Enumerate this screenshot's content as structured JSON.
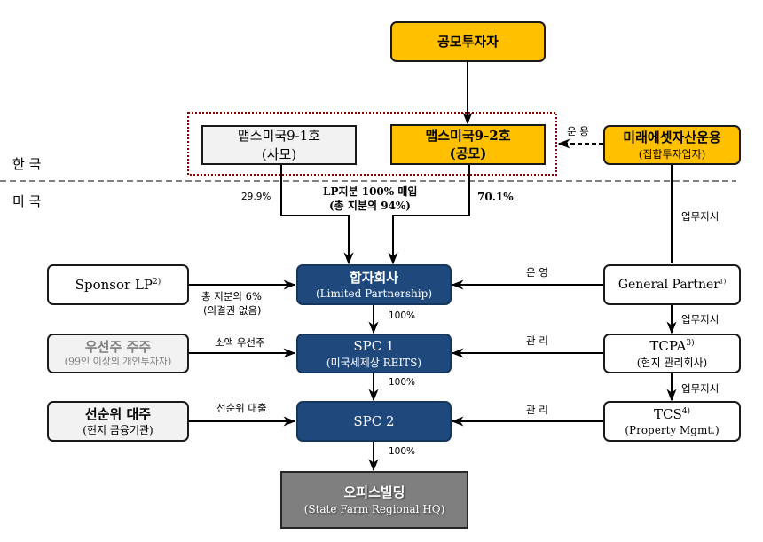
{
  "regions": {
    "korea": "한 국",
    "usa": "미 국"
  },
  "nodes": {
    "public_investors": {
      "title": "공모투자자"
    },
    "maps_9_1": {
      "title": "맵스미국9-1호",
      "subtitle": "(사모)"
    },
    "maps_9_2": {
      "title": "맵스미국9-2호",
      "subtitle": "(공모)"
    },
    "mirae_asset": {
      "title": "미래에셋자산운용",
      "subtitle": "(집합투자업자)"
    },
    "limited_partnership": {
      "title": "합자회사",
      "subtitle": "(Limited Partnership)"
    },
    "sponsor_lp": {
      "title": "Sponsor LP",
      "footnote": "2)"
    },
    "general_partner": {
      "title": "General Partner",
      "footnote": "1)"
    },
    "spc1": {
      "title": "SPC 1",
      "subtitle": "(미국세제상 REITS)"
    },
    "preferred_shareholders": {
      "title": "우선주 주주",
      "subtitle": "(99인 이상의 개인투자자)"
    },
    "tcpa": {
      "title": "TCPA",
      "footnote": "3)",
      "subtitle": "(현지 관리회사)"
    },
    "spc2": {
      "title": "SPC 2"
    },
    "senior_lender": {
      "title": "선순위 대주",
      "subtitle": "(현지 금융기관)"
    },
    "tcs": {
      "title": "TCS",
      "footnote": "4)",
      "subtitle": "(Property Mgmt.)"
    },
    "office_building": {
      "title": "오피스빌딩",
      "subtitle": "(State Farm Regional HQ)"
    }
  },
  "edge_labels": {
    "operation_mirae": "운 용",
    "share_9_1": "29.9%",
    "lp_purchase_line1": "LP지분 100% 매입",
    "lp_purchase_line2": "(총 지분의 94%)",
    "share_9_2": "70.1%",
    "instruction_1": "업무지시",
    "sponsor_share_line1": "총 지분의 6%",
    "sponsor_share_line2": "(의결권 없음)",
    "gp_operate": "운 영",
    "lp_to_spc1": "100%",
    "instruction_2": "업무지시",
    "preferred_small": "소액 우선주",
    "tcpa_manage": "관 리",
    "spc1_to_spc2": "100%",
    "instruction_3": "업무지시",
    "senior_loan": "선순위 대출",
    "tcs_manage": "관 리",
    "spc2_to_building": "100%"
  }
}
